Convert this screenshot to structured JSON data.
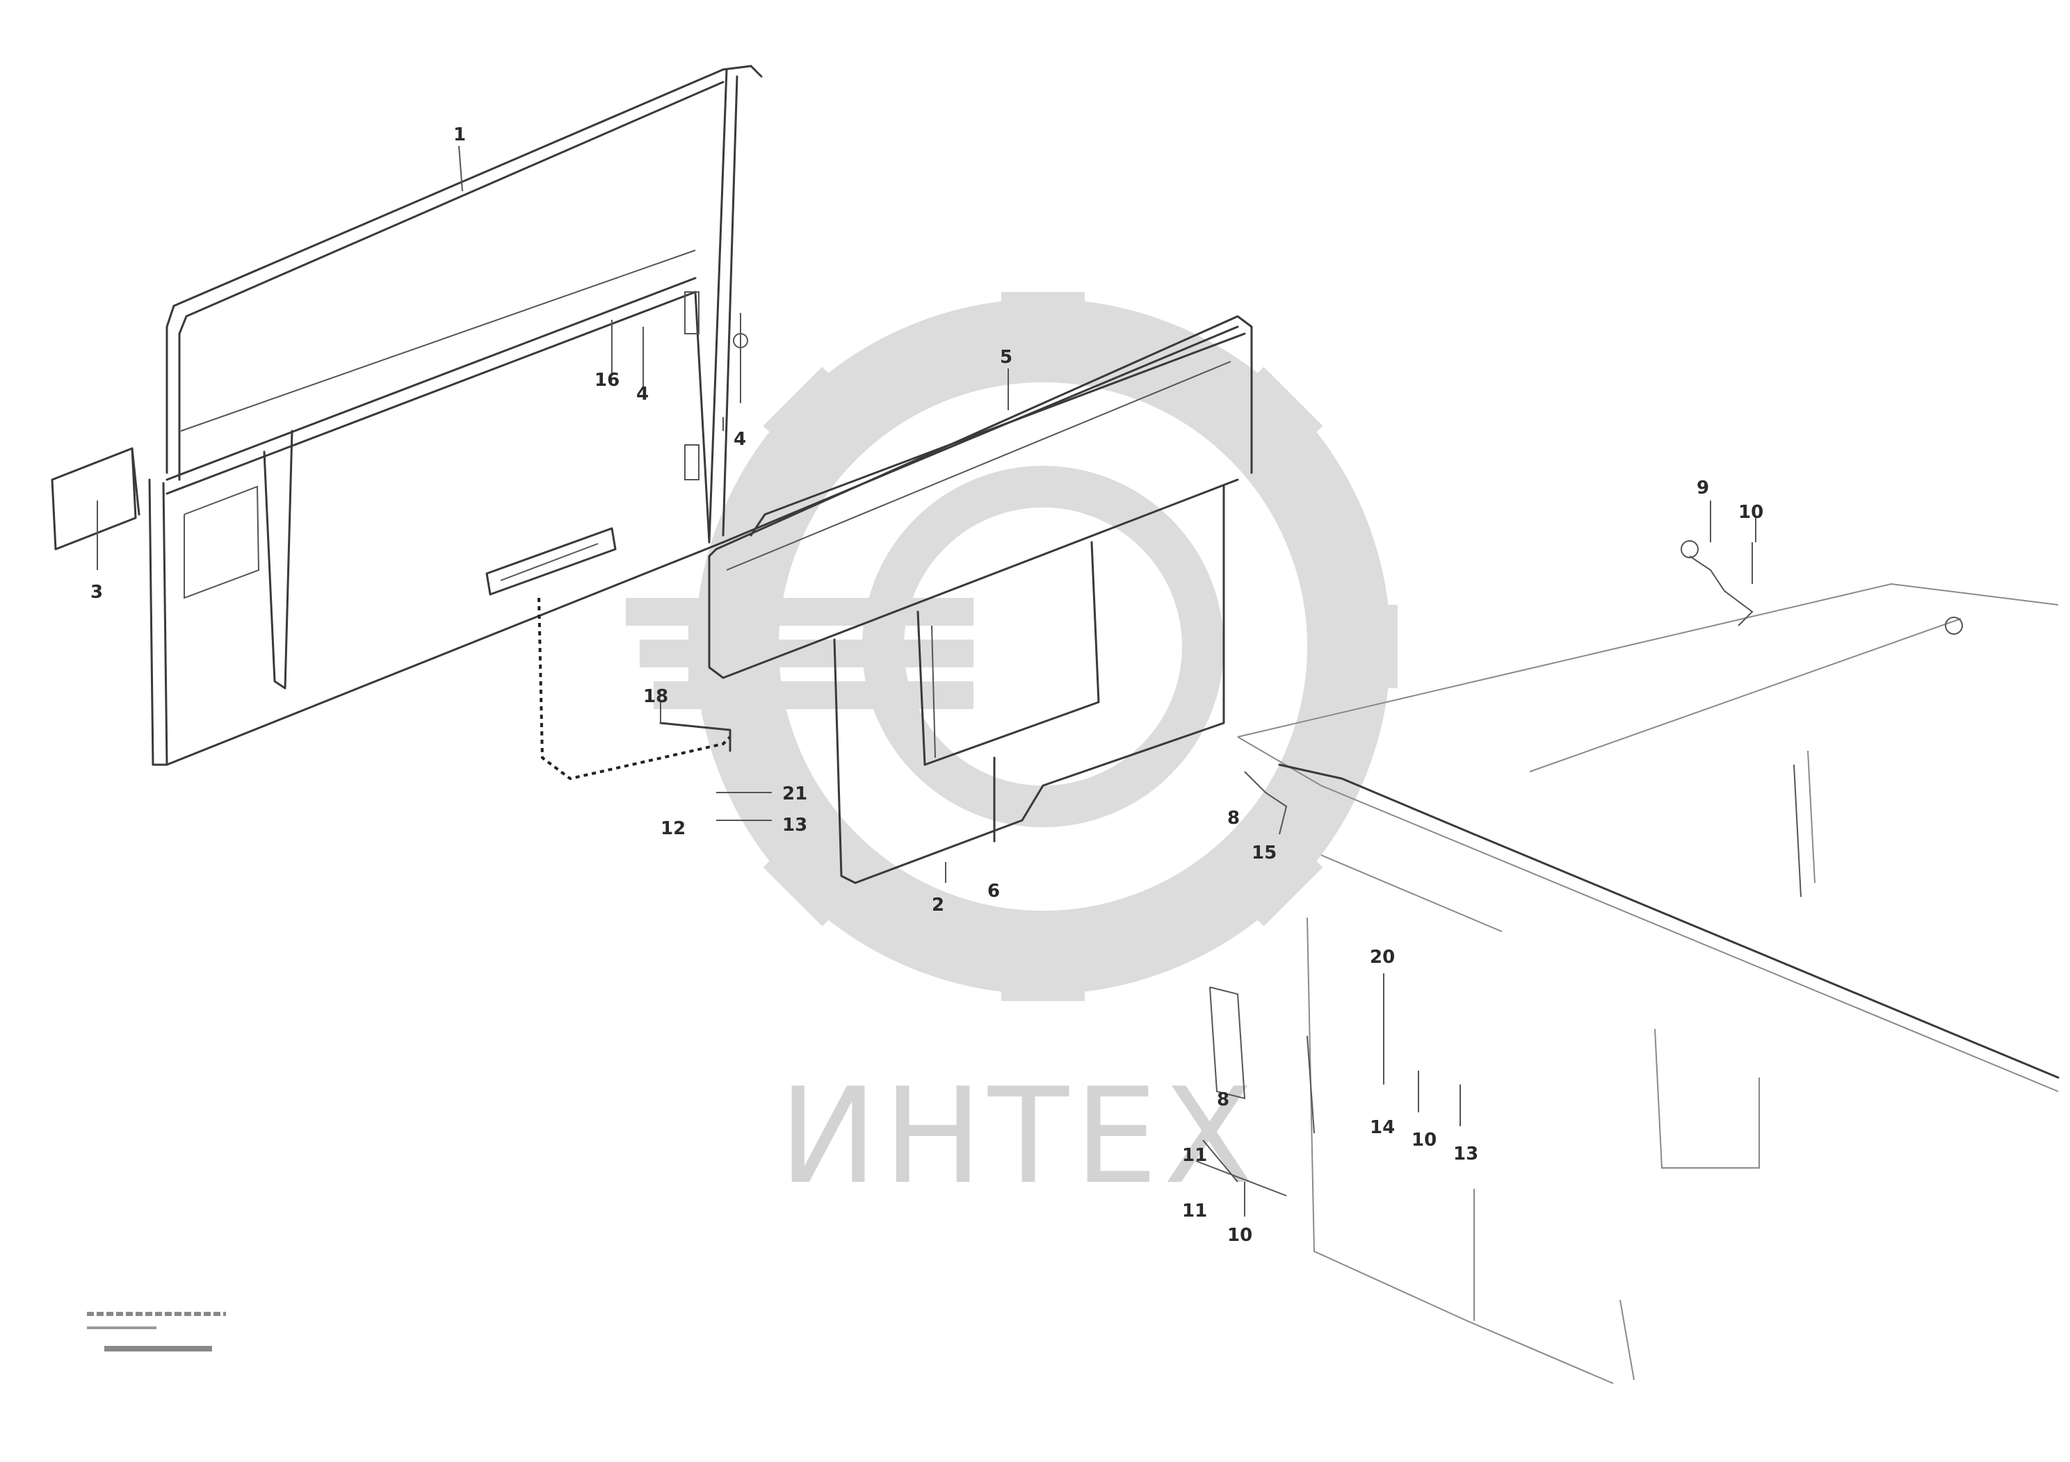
{
  "watermark": {
    "text": "ИНТЕХ"
  },
  "callouts": [
    {
      "id": "c1",
      "text": "1"
    },
    {
      "id": "c2",
      "text": "3"
    },
    {
      "id": "c3",
      "text": "16"
    },
    {
      "id": "c4",
      "text": "4"
    },
    {
      "id": "c5",
      "text": "4"
    },
    {
      "id": "c6",
      "text": "5"
    },
    {
      "id": "c7",
      "text": "18"
    },
    {
      "id": "c8",
      "text": "12"
    },
    {
      "id": "c9",
      "text": "21"
    },
    {
      "id": "c10",
      "text": "13"
    },
    {
      "id": "c11",
      "text": "2"
    },
    {
      "id": "c12",
      "text": "6"
    },
    {
      "id": "c13",
      "text": "9"
    },
    {
      "id": "c14",
      "text": "10"
    },
    {
      "id": "c15",
      "text": "8"
    },
    {
      "id": "c16",
      "text": "15"
    },
    {
      "id": "c17",
      "text": "20"
    },
    {
      "id": "c18",
      "text": "8"
    },
    {
      "id": "c19",
      "text": "14"
    },
    {
      "id": "c20",
      "text": "10"
    },
    {
      "id": "c21",
      "text": "13"
    },
    {
      "id": "c22",
      "text": "11"
    },
    {
      "id": "c23",
      "text": "11"
    },
    {
      "id": "c24",
      "text": "10"
    }
  ],
  "reference": {
    "line1": "",
    "line2": "",
    "code": ""
  },
  "colors": {
    "ink": "#3a3a3a",
    "watermark": "#d3d3d3"
  }
}
